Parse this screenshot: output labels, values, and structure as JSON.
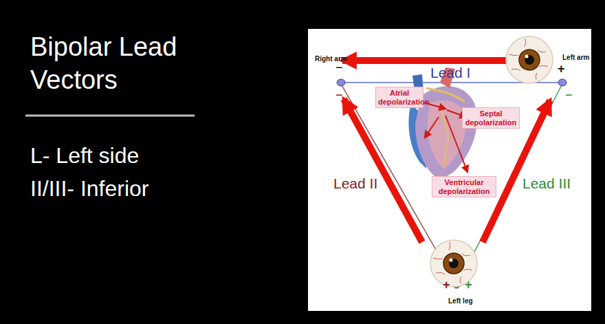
{
  "diagram": {
    "title": "Bipolar Lead Vectors",
    "nodes": [
      {
        "text": [
          "Atrial depolarization"
        ]
      },
      {
        "text": [
          "Septal depolarization"
        ]
      },
      {
        "text": [
          "Ventricular depolarization"
        ]
      }
    ],
    "labels": [
      "L- Left side",
      "II/III- Inferior",
      "Right arm",
      "Left arm",
      "Left leg",
      "Lead I",
      "Lead II",
      "Lead III",
      "−",
      "−",
      "+",
      "−",
      "+",
      "+"
    ]
  }
}
